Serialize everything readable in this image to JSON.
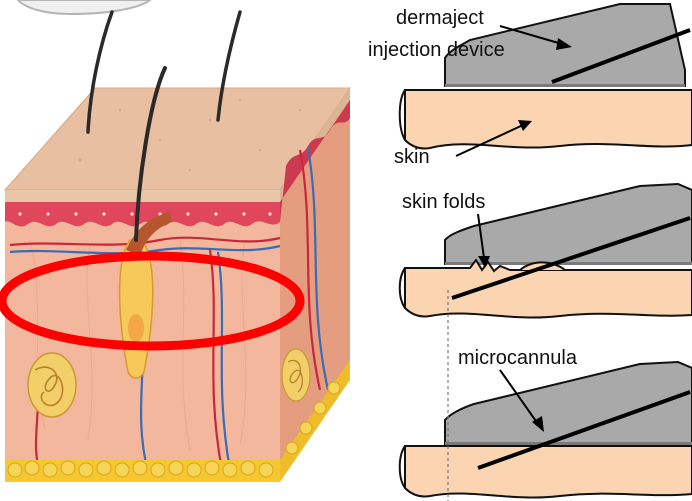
{
  "labels": {
    "dermaject": "dermaject",
    "injection_device": "injection device",
    "skin": "skin",
    "skin_folds": "skin folds",
    "microcannula": "microcannula"
  },
  "colors": {
    "epidermis_top": "#e9bfa0",
    "tissue": "#f2b59a",
    "tissue_side": "#e59c7f",
    "dermis_band": "#e0465c",
    "fat": "#f3c31c",
    "device_gray": "#a9a9a9",
    "skin_panel": "#fbd5b1",
    "highlight_ring": "#ff0000"
  }
}
